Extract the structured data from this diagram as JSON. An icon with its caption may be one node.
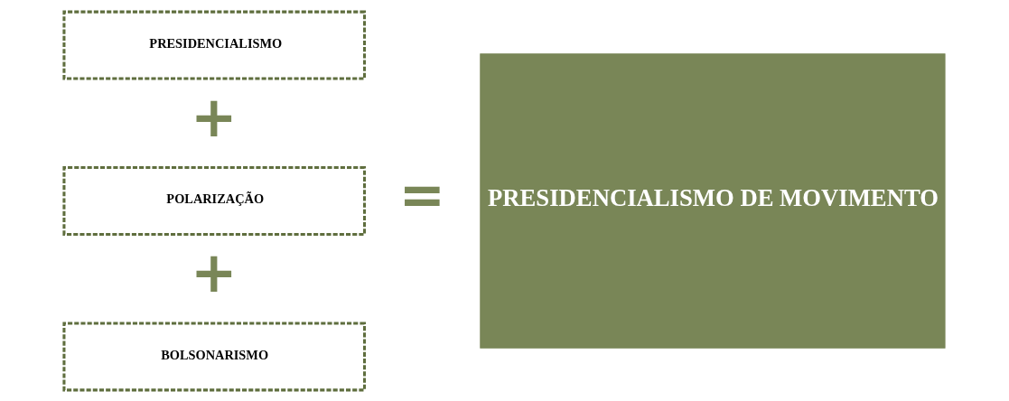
{
  "diagram": {
    "nodes": [
      {
        "text": [
          "PRESIDENCIALISMO"
        ]
      },
      {
        "text": [
          "POLARIZAÇÃO"
        ]
      },
      {
        "text": [
          "BOLSONARISMO"
        ]
      },
      {
        "text": [
          "PRESIDENCIALISMO DE MOVIMENTO"
        ]
      }
    ],
    "labels": [
      "+",
      "+",
      "="
    ]
  }
}
